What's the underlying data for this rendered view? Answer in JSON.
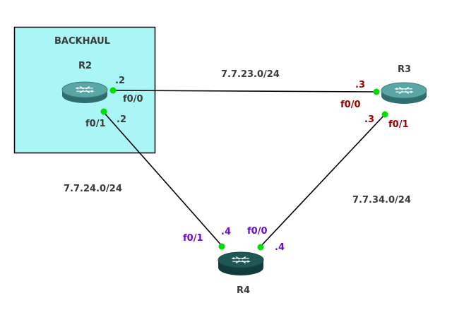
{
  "zone": {
    "label": "BACKHAUL",
    "fill": "#aaf5f5"
  },
  "routers": {
    "r2": {
      "name": "R2",
      "color": "#4f9b9b"
    },
    "r3": {
      "name": "R3",
      "color": "#4f9b9b"
    },
    "r4": {
      "name": "R4",
      "color": "#1f5656"
    }
  },
  "subnets": {
    "r2_r3": "7.7.23.0/24",
    "r2_r4": "7.7.24.0/24",
    "r3_r4": "7.7.34.0/24"
  },
  "interfaces": {
    "r2_f00": {
      "name": "f0/0",
      "ip": ".2",
      "color": "#3a3a3a"
    },
    "r2_f01": {
      "name": "f0/1",
      "ip": ".2",
      "color": "#3a3a3a"
    },
    "r3_f00": {
      "name": "f0/0",
      "ip": ".3",
      "color": "#a00000"
    },
    "r3_f01": {
      "name": "f0/1",
      "ip": ".3",
      "color": "#a00000"
    },
    "r4_f01": {
      "name": "f0/1",
      "ip": ".4",
      "color": "#6a0dcc"
    },
    "r4_f00": {
      "name": "f0/0",
      "ip": ".4",
      "color": "#6a0dcc"
    }
  },
  "link_status_color": "#00dd00"
}
